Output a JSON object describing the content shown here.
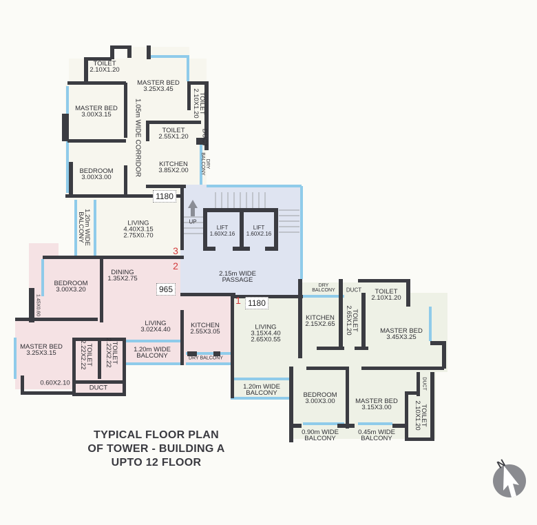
{
  "title": {
    "lines": [
      "TYPICAL FLOOR PLAN",
      "OF TOWER - BUILDING A",
      "UPTO 12 FLOOR"
    ]
  },
  "colors": {
    "wall": "#3b3c42",
    "window": "#8fcbea",
    "unit_top": "#f7f6ee",
    "unit_pink": "#f5e2e4",
    "unit_green": "#eef1e6",
    "core": "#dfe4f1",
    "door_number": "#d23a3a"
  },
  "core": {
    "up": "UP",
    "lifts": [
      {
        "name": "LIFT",
        "size": "1.60X2.16"
      },
      {
        "name": "LIFT",
        "size": "1.60X2.16"
      }
    ],
    "passage": [
      "2.15m WIDE",
      "PASSAGE"
    ],
    "doors": [
      "3",
      "2",
      "1"
    ]
  },
  "unit_top": {
    "area": "1180",
    "corridor": "1.05m WIDE CORRIDOR",
    "rooms": [
      {
        "name": "TOILET",
        "size": "2.10X1.20"
      },
      {
        "name": "MASTER BED",
        "size": "3.25X3.45"
      },
      {
        "name": "TOILET",
        "size": "2.10X1.20"
      },
      {
        "name": "MASTER BED",
        "size": "3.00X3.15"
      },
      {
        "name": "TOILET",
        "size": "2.55X1.20"
      },
      {
        "name": "DUCT"
      },
      {
        "name": "KITCHEN",
        "size": "3.85X2.00"
      },
      {
        "name": "DRY",
        "size": "BALCONY"
      },
      {
        "name": "BEDROOM",
        "size": "3.00X3.00"
      },
      {
        "name": "1.20m WIDE",
        "size": "BALCONY"
      },
      {
        "name": "LIVING",
        "size": "4.40X3.15",
        "size2": "2.75X0.70"
      }
    ]
  },
  "unit_pink": {
    "area": "965",
    "rooms": [
      {
        "name": "BEDROOM",
        "size": "3.00X3.20"
      },
      {
        "name": "1.45X0.60"
      },
      {
        "name": "DINING",
        "size": "1.35X2.75"
      },
      {
        "name": "LIVING",
        "size": "3.02X4.40"
      },
      {
        "name": "KITCHEN",
        "size": "2.55X3.05"
      },
      {
        "name": "MASTER BED",
        "size": "3.25X3.15"
      },
      {
        "name": "TOILET",
        "size": "2.22X2.22"
      },
      {
        "name": "TOILET",
        "size": "2.22X2.22"
      },
      {
        "name": "1.20m WIDE",
        "size": "BALCONY"
      },
      {
        "name": "DRY BALCONY"
      },
      {
        "name": "0.60X2.10"
      },
      {
        "name": "DUCT"
      }
    ]
  },
  "unit_green": {
    "area": "1180",
    "rooms": [
      {
        "name": "DRY",
        "size": "BALCONY"
      },
      {
        "name": "DUCT"
      },
      {
        "name": "TOILET",
        "size": "2.10X1.20"
      },
      {
        "name": "KITCHEN",
        "size": "2.15X2.65"
      },
      {
        "name": "TOILET",
        "size": "2.65X1.20"
      },
      {
        "name": "LIVING",
        "size": "3.15X4.40",
        "size2": "2.65X0.55"
      },
      {
        "name": "MASTER BED",
        "size": "3.45X3.25"
      },
      {
        "name": "1.20m WIDE",
        "size": "BALCONY"
      },
      {
        "name": "BEDROOM",
        "size": "3.00X3.00"
      },
      {
        "name": "MASTER BED",
        "size": "3.15X3.00"
      },
      {
        "name": "DUCT"
      },
      {
        "name": "TOILET",
        "size": "2.10X1.20"
      },
      {
        "name": "0.90m WIDE",
        "size": "BALCONY"
      },
      {
        "name": "0.45m WIDE",
        "size": "BALCONY"
      }
    ]
  },
  "north": {
    "label": "N",
    "icon": "north-arrow-icon"
  }
}
